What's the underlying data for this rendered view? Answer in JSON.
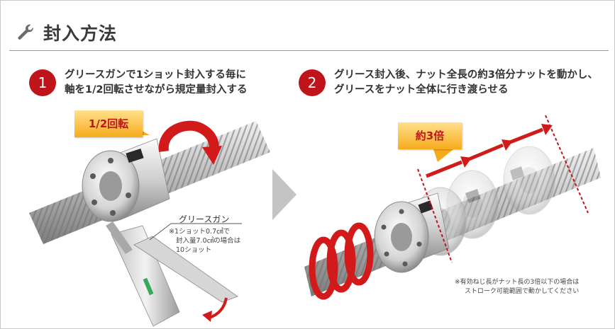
{
  "header": {
    "title": "封入方法",
    "icon": "wrench-icon"
  },
  "step1": {
    "number": "1",
    "line1": "グリースガンで1ショット封入する毎に",
    "line2": "軸を1/2回転させながら規定量封入する",
    "callout": "1/2回転",
    "gun_label": "グリースガン",
    "note_line1": "※1ショット0.7㎤で",
    "note_line2": "封入量7.0㎤の場合は",
    "note_line3": "10ショット"
  },
  "step2": {
    "number": "2",
    "line1": "グリース封入後、ナット全長の約3倍分ナットを動かし、",
    "line2": "グリースをナット全体に行き渡らせる",
    "callout": "約3倍",
    "note_line1": "※有効ねじ長がナット長の3倍以下の場合は",
    "note_line2": "ストローク可能範囲で動かしてください"
  },
  "colors": {
    "accent_red": "#c0141b",
    "callout_yellow": "#f7ab1c",
    "text": "#333333"
  }
}
